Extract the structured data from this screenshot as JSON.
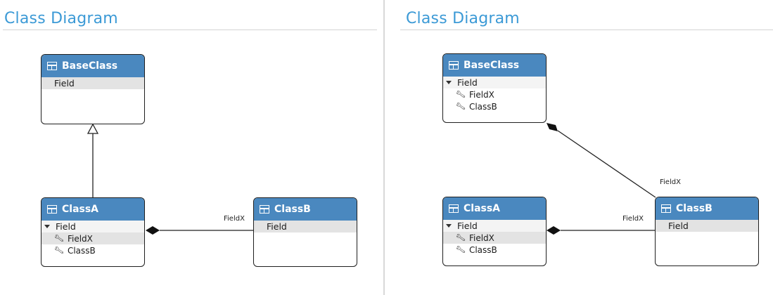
{
  "left_panel": {
    "title": "Class Diagram",
    "classes": {
      "baseclass": {
        "name": "BaseClass",
        "compartment": "Field"
      },
      "classa": {
        "name": "ClassA",
        "compartment": "Field",
        "members": [
          "FieldX",
          "ClassB"
        ]
      },
      "classb": {
        "name": "ClassB",
        "compartment": "Field"
      }
    },
    "links": {
      "composition_label": "FieldX"
    }
  },
  "right_panel": {
    "title": "Class Diagram",
    "classes": {
      "baseclass": {
        "name": "BaseClass",
        "compartment": "Field",
        "members": [
          "FieldX",
          "ClassB"
        ]
      },
      "classa": {
        "name": "ClassA",
        "compartment": "Field",
        "members": [
          "FieldX",
          "ClassB"
        ]
      },
      "classb": {
        "name": "ClassB",
        "compartment": "Field"
      }
    },
    "links": {
      "composition_label_1": "FieldX",
      "composition_label_2": "FieldX"
    }
  },
  "colors": {
    "title": "#3c9ad6",
    "header": "#4a88bf",
    "selected_row": "#e3e3e3"
  }
}
